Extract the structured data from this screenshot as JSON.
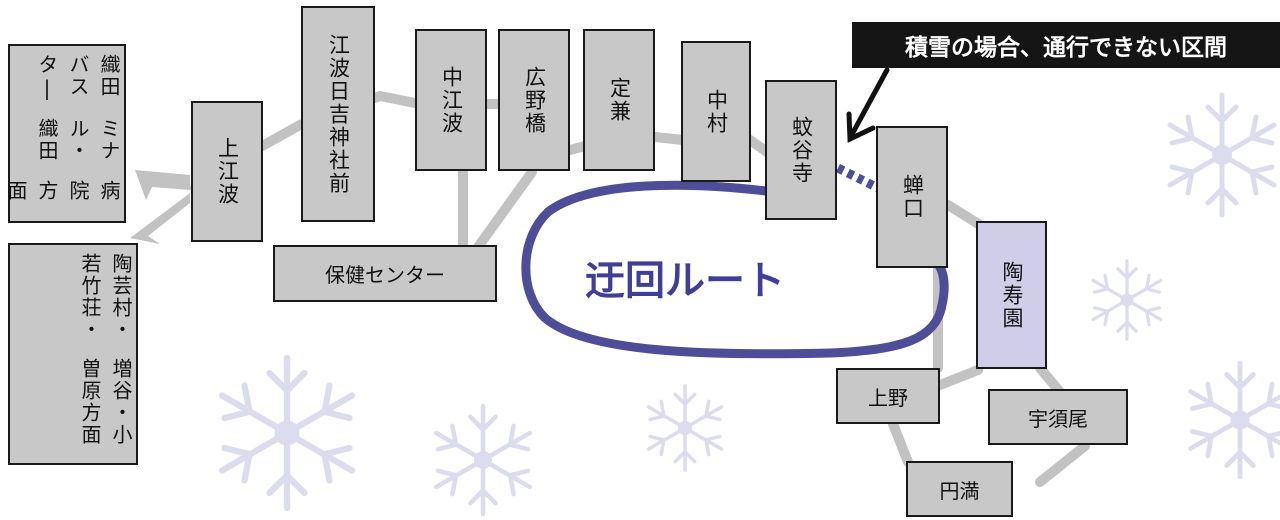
{
  "notice_label": "積雪の場合、通行できない区間",
  "detour_label": "迂回ルート",
  "colors": {
    "route_line": "#c2c2c2",
    "stop_fill": "#c8c8c8",
    "stop_highlight": "#d0cde8",
    "detour_line": "#4e4e98",
    "detour_text": "#3f3f9a",
    "notice_bg": "#151515",
    "snowflake": "#dcdcef"
  },
  "stops": {
    "oda_bus_terminal": "病院方面・ミナル・織田バスタ",
    "masutani": "増谷・小曽原方面・陶芸村・若竹荘・",
    "kamiebana": "上江波",
    "ebahiyoshi": "江波日吉神社前",
    "hoken_center": "保健センター",
    "nakaebana": "中江波",
    "hironohashi": "広野橋",
    "sadakane": "定兼",
    "nakamura": "中村",
    "kayadera": "蚊谷寺",
    "semiguchi": "蝉口",
    "tojuen": "陶寿園",
    "ueno": "上野",
    "usuo": "宇須尾",
    "enman": "円満"
  },
  "multi_columns": {
    "oda": [
      "織田バスタ|",
      "ミナル・織田",
      "病院方面"
    ],
    "masutani": [
      "陶芸村・若竹荘・",
      "増谷・小曽原方面"
    ]
  }
}
